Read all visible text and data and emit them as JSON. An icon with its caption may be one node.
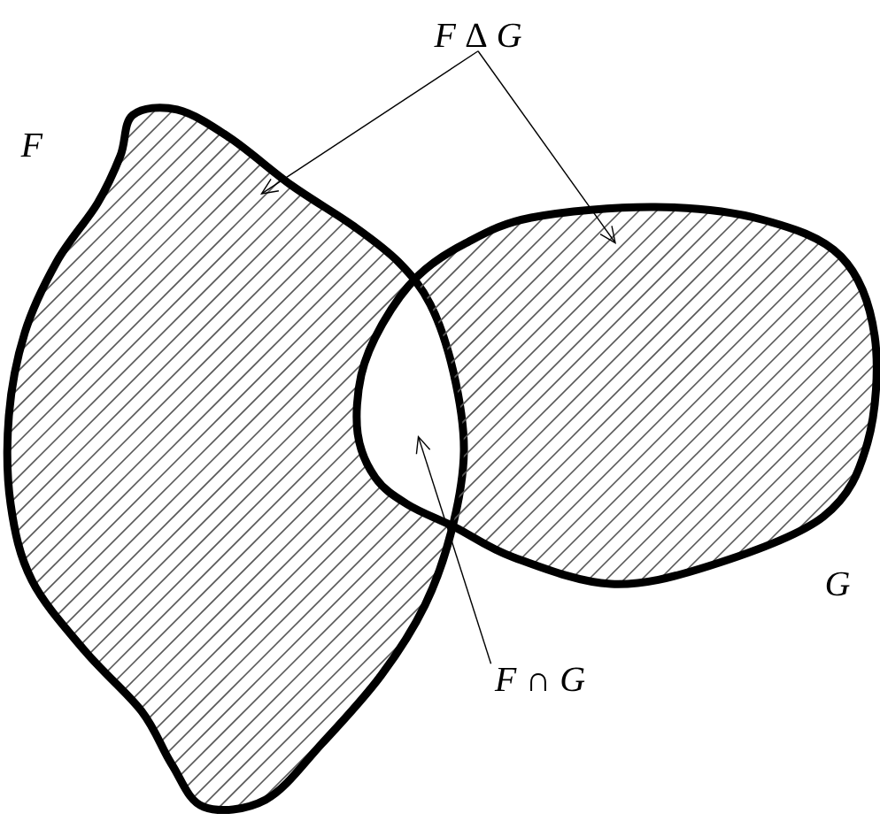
{
  "diagram": {
    "nodes": [
      {
        "text": [
          "*F*"
        ]
      },
      {
        "text": [
          "*G*"
        ]
      },
      {
        "text": [
          "*F* Δ *G*"
        ]
      },
      {
        "text": [
          "*F* ∩ *G*"
        ]
      }
    ],
    "edges": [
      {
        "from": 2,
        "to": 0,
        "arrow": "to"
      },
      {
        "from": 2,
        "to": 1,
        "arrow": "to"
      },
      {
        "from": 3,
        "to": 1,
        "arrow": "to"
      }
    ]
  }
}
